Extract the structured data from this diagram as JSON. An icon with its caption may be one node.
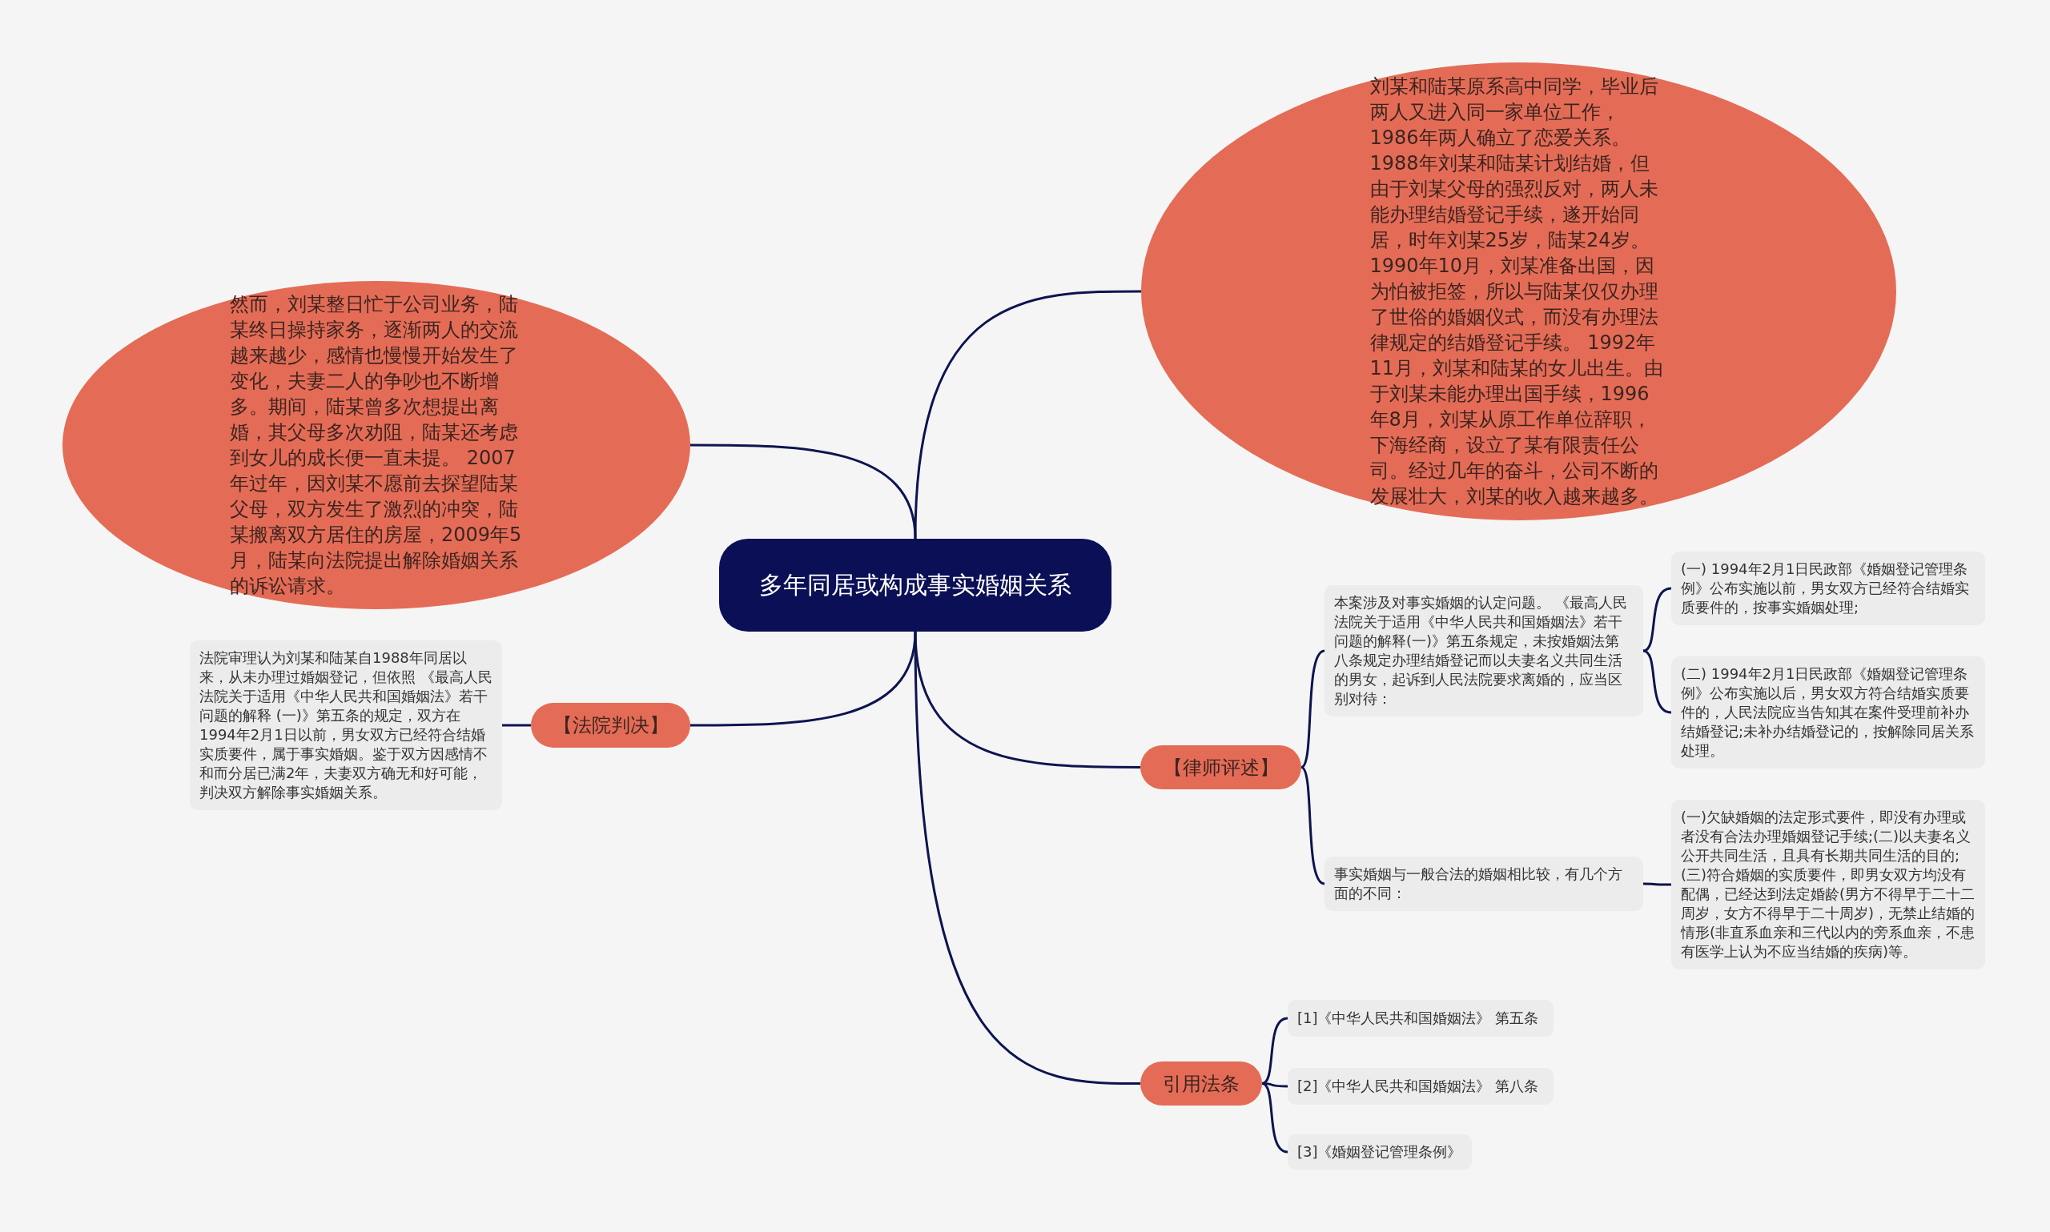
{
  "diagram": {
    "nodes": [
      {
        "text": [
          "多年同居或构成事实婚姻关系"
        ]
      },
      {
        "text": [
          "刘某和陆某原系高中同学，毕业后两人又进入同一家单位工作，1986年两人确立了恋爱关系。 1988年刘某和陆某计划结婚，但由于刘某父母的强烈反对，两人未能办理结婚登记手续，遂开始同居，时年刘某25岁，陆某24岁。 1990年10月，刘某准备出国，因为怕被拒签，所以与陆某仅仅办理了世俗的婚姻仪式，而没有办理法律规定的结婚登记手续。 1992年11月，刘某和陆某的女儿出生。由于刘某未能办理出国手续，1996年8月，刘某从原工作单位辞职，下海经商，设立了某有限责任公司。经过几年的奋斗，公司不断的发展壮大，刘某的收入越来越多。"
        ]
      },
      {
        "text": [
          "然而，刘某整日忙于公司业务，陆某终日操持家务，逐渐两人的交流越来越少，感情也慢慢开始发生了变化，夫妻二人的争吵也不断增多。期间，陆某曾多次想提出离婚，其父母多次劝阻，陆某还考虑到女儿的成长便一直未提。 2007年过年，因刘某不愿前去探望陆某父母，双方发生了激烈的冲突，陆某搬离双方居住的房屋，2009年5月，陆某向法院提出解除婚姻关系的诉讼请求。"
        ]
      },
      {
        "text": [
          "【法院判决】"
        ]
      },
      {
        "text": [
          "法院审理认为刘某和陆某自1988年同居以来，从未办理过婚姻登记，但依照 《最高人民法院关于适用《中华人民共和国婚姻法》若干问题的解释 (一)》第五条的规定，双方在1994年2月1日以前，男女双方已经符合结婚实质要件，属于事实婚姻。鉴于双方因感情不和而分居已满2年，夫妻双方确无和好可能，判决双方解除事实婚姻关系。"
        ]
      },
      {
        "text": [
          "【律师评述】"
        ]
      },
      {
        "text": [
          "本案涉及对事实婚姻的认定问题。 《最高人民法院关于适用《中华人民共和国婚姻法》若干问题的解释(一)》第五条规定，未按婚姻法第八条规定办理结婚登记而以夫妻名义共同生活的男女，起诉到人民法院要求离婚的，应当区别对待："
        ]
      },
      {
        "text": [
          "(一) 1994年2月1日民政部《婚姻登记管理条例》公布实施以前，男女双方已经符合结婚实质要件的，按事实婚姻处理;"
        ]
      },
      {
        "text": [
          "(二) 1994年2月1日民政部《婚姻登记管理条例》公布实施以后，男女双方符合结婚实质要件的，人民法院应当告知其在案件受理前补办结婚登记;未补办结婚登记的，按解除同居关系处理。"
        ]
      },
      {
        "text": [
          "事实婚姻与一般合法的婚姻相比较，有几个方面的不同："
        ]
      },
      {
        "text": [
          "(一)欠缺婚姻的法定形式要件，即没有办理或者没有合法办理婚姻登记手续;(二)以夫妻名义公开共同生活，且具有长期共同生活的目的;(三)符合婚姻的实质要件，即男女双方均没有配偶，已经达到法定婚龄(男方不得早于二十二周岁，女方不得早于二十周岁)，无禁止结婚的情形(非直系血亲和三代以内的旁系血亲，不患有医学上认为不应当结婚的疾病)等。"
        ]
      },
      {
        "text": [
          "引用法条"
        ]
      },
      {
        "text": [
          "[1]《中华人民共和国婚姻法》 第五条"
        ]
      },
      {
        "text": [
          "[2]《中华人民共和国婚姻法》 第八条"
        ]
      },
      {
        "text": [
          "[3]《婚姻登记管理条例》"
        ]
      }
    ],
    "edges": [
      {
        "from": 0,
        "to": 1,
        "arrow": "none"
      },
      {
        "from": 0,
        "to": 2,
        "arrow": "none"
      },
      {
        "from": 0,
        "to": 3,
        "arrow": "none"
      },
      {
        "from": 3,
        "to": 4,
        "arrow": "none"
      },
      {
        "from": 0,
        "to": 5,
        "arrow": "none"
      },
      {
        "from": 5,
        "to": 6,
        "arrow": "none"
      },
      {
        "from": 6,
        "to": 7,
        "arrow": "none"
      },
      {
        "from": 6,
        "to": 8,
        "arrow": "none"
      },
      {
        "from": 5,
        "to": 9,
        "arrow": "none"
      },
      {
        "from": 9,
        "to": 10,
        "arrow": "none"
      },
      {
        "from": 0,
        "to": 11,
        "arrow": "none"
      },
      {
        "from": 11,
        "to": 12,
        "arrow": "none"
      },
      {
        "from": 11,
        "to": 13,
        "arrow": "none"
      },
      {
        "from": 11,
        "to": 14,
        "arrow": "none"
      }
    ]
  }
}
